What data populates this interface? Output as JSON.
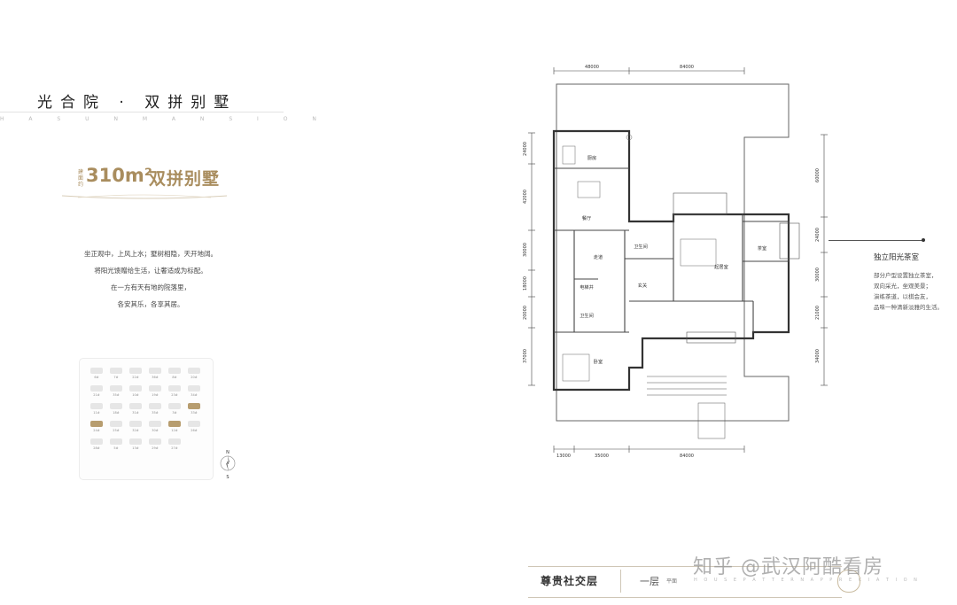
{
  "header": {
    "title": "光合院 · 双拼别墅",
    "subtitle_en": "H A S U N   M A N S I O N"
  },
  "area": {
    "prefix": "建面约",
    "value": "310m²",
    "type": "双拼别墅"
  },
  "description": [
    "坐正观中，上风上水；墅树相隐，天开地阔。",
    "将阳光馈赠给生活，让奢适成为标配。",
    "在一方有天有地的院落里，",
    "各安其乐，各享其居。"
  ],
  "site_plan": {
    "building_labels": [
      "6#",
      "7#",
      "22#",
      "36#",
      "8#",
      "20#",
      "21#",
      "35#",
      "10#",
      "19#",
      "23#",
      "34#",
      "11#",
      "18#",
      "31#",
      "35#",
      "3#",
      "33#",
      "24#",
      "25#",
      "32#",
      "30#",
      "12#",
      "26#",
      "28#",
      "5#",
      "13#",
      "29#",
      "27#"
    ]
  },
  "compass": {
    "north": "N",
    "south": "S"
  },
  "floor_plan": {
    "dims_top": [
      "48000",
      "84000"
    ],
    "dims_bottom": [
      "13000",
      "35000",
      "84000"
    ],
    "dims_left": [
      "24000",
      "42000",
      "30000",
      "18000",
      "20000",
      "37000"
    ],
    "dims_right": [
      "60000",
      "24000",
      "30000",
      "21000",
      "34000"
    ],
    "rooms": {
      "kitchen": "厨房",
      "dining": "餐厅",
      "bath1": "卫生间",
      "corridor": "走道",
      "elevator": "电梯井",
      "foyer": "玄关",
      "bath2": "卫生间",
      "bedroom": "卧室",
      "living": "起居室",
      "tea": "茶室"
    }
  },
  "callout": {
    "title": "独立阳光茶室",
    "lines": [
      "部分户型设置独立茶室，",
      "双向采光，坐观美景；",
      "演练茶道，以棋会友，",
      "品味一种清新淡雅的生活。"
    ]
  },
  "footer": {
    "left_label": "尊贵社交层",
    "floor_label": "一层",
    "floor_small": "平面",
    "en_text": "H O U S E   P A T T E R N   A P P R E C I A T I O N"
  },
  "watermark": "知乎 @武汉阿酷看房",
  "colors": {
    "accent_gold": "#a98d5e",
    "line_gray": "#cfc6b6"
  }
}
